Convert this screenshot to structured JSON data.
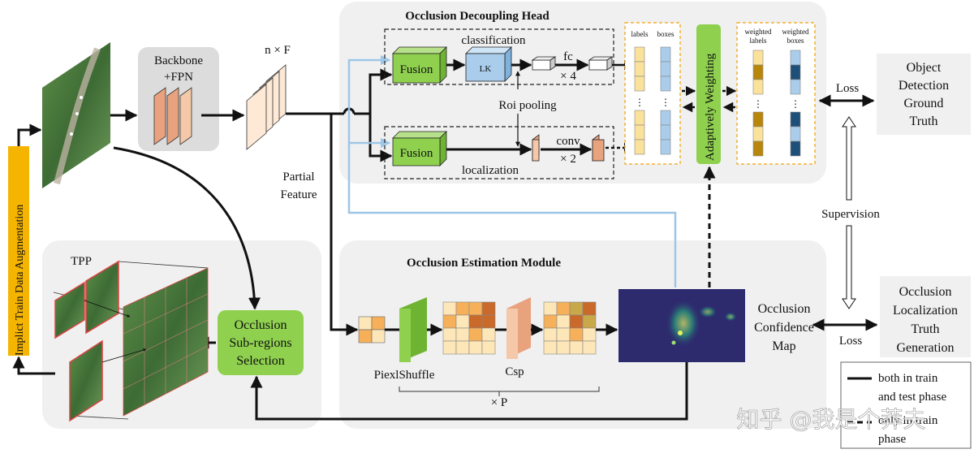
{
  "labels": {
    "occlusion_decoupling_head": "Occlusion Decoupling Head",
    "occlusion_estimation_module": "Occlusion Estimation Module",
    "classification": "classification",
    "localization": "localization",
    "fusion": "Fusion",
    "lk": "LK",
    "fc": "fc",
    "times4": "× 4",
    "conv": "conv",
    "times2": "× 2",
    "roi_pooling": "Roi pooling",
    "backbone_line1": "Backbone",
    "backbone_line2": "+FPN",
    "n_times_f": "n × F",
    "partial_line1": "Partial",
    "partial_line2": "Feature",
    "labels_col": "labels",
    "boxes_col": "boxes",
    "weighted_labels_line1": "weighted",
    "weighted_labels_line2": "labels",
    "weighted_boxes_line1": "weighted",
    "weighted_boxes_line2": "boxes",
    "adaptively_weighting": "Adaptively Weighting",
    "odgt_line1": "Object",
    "odgt_line2": "Detection",
    "odgt_line3": "Ground",
    "odgt_line4": "Truth",
    "loss_top": "Loss",
    "loss_bottom": "Loss",
    "supervision": "Supervision",
    "olt_line1": "Occlusion",
    "olt_line2": "Localization",
    "olt_line3": "Truth",
    "olt_line4": "Generation",
    "ocm_line1": "Occlusion",
    "ocm_line2": "Confidence",
    "ocm_line3": "Map",
    "implicit_aug": "Implict Train Data Augmentation",
    "tpp": "TPP",
    "osr_line1": "Occlusion",
    "osr_line2": "Sub-regions",
    "osr_line3": "Selection",
    "pixelshuffle": "PiexlShuffle",
    "csp": "Csp",
    "times_p": "× P",
    "legend_solid_line1": "both in train",
    "legend_solid_line2": "and test phase",
    "legend_dashed_line1": "only in train",
    "legend_dashed_line2": "phase",
    "watermark": "知乎 @我是个莽夫",
    "ellipsis": "⋮"
  },
  "colors": {
    "panel_gray": "#f0f0f0",
    "fusion_green": "#8fd14f",
    "green_block": "#8fd14f",
    "lk_blue": "#a9cdeb",
    "feature_peach": "#f4c8a8",
    "backbone_orange": "#e8a27e",
    "vector_yellow": "#fbe29b",
    "vector_blue": "#a9cdeb",
    "weighted_brown": "#b8860b",
    "weighted_navy": "#1f4e79",
    "dashed_orange": "#f2b134",
    "light_blue_line": "#9ec6e6",
    "aug_bar": "#f5b400",
    "map_navy": "#2d2a6e",
    "heat_light": "#fde6b8",
    "heat_orange": "#f6b05a",
    "heat_dark": "#c96a2a"
  }
}
